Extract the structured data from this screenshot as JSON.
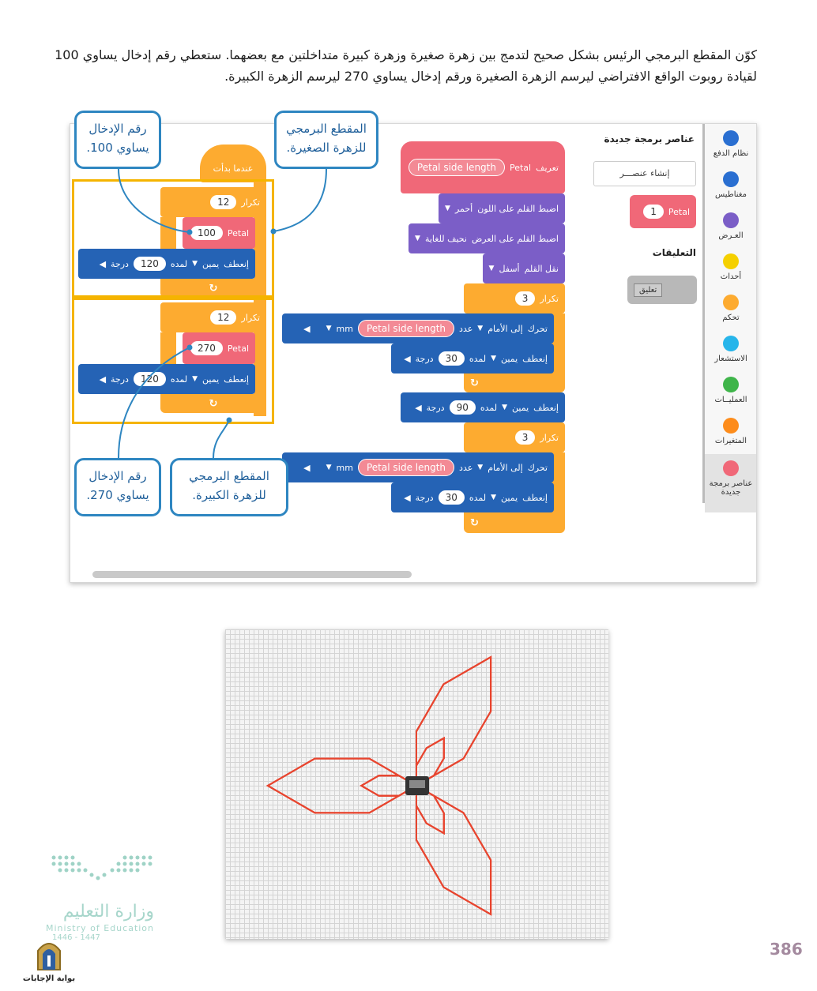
{
  "intro_text": "كوّن المقطع البرمجي الرئيس بشكل صحيح لتدمج بين زهرة صغيرة وزهرة كبيرة متداخلتين مع بعضهما. ستعطي رقم إدخال يساوي 100 لقيادة روبوت الواقع الافتراضي ليرسم الزهرة الصغيرة ورقم إدخال يساوي 270 ليرسم الزهرة الكبيرة.",
  "callouts": {
    "input_100": "رقم الإدخال يساوي 100.",
    "small_flower": "المقطع البرمجي للزهرة الصغيرة.",
    "input_270": "رقم الإدخال يساوي 270.",
    "big_flower": "المقطع البرمجي للزهرة الكبيرة."
  },
  "palette": {
    "title": "عناصر برمجة جديدة",
    "create_button": "إنشاء عنصـــر",
    "petal_block": "Petal",
    "petal_value": "1",
    "comments_title": "التعليقات",
    "comment_block": "تعليق",
    "categories": [
      {
        "label": "نظام الدفع",
        "color": "#2a6fd1"
      },
      {
        "label": "مغناطيس",
        "color": "#2a6fd1"
      },
      {
        "label": "العـرض",
        "color": "#7b5ec7"
      },
      {
        "label": "أحداث",
        "color": "#f5d000"
      },
      {
        "label": "تحكم",
        "color": "#fdab30"
      },
      {
        "label": "الاستشعار",
        "color": "#27b5ea"
      },
      {
        "label": "العمليــات",
        "color": "#3fb54a"
      },
      {
        "label": "المتغيرات",
        "color": "#fd8c1b"
      },
      {
        "label": "عناصر برمجة جديدة",
        "color": "#f06878"
      }
    ]
  },
  "main_script": {
    "hat": "عندما بدأت",
    "repeat_label": "تكرار",
    "loop1_count": "12",
    "loop1_petal": "Petal",
    "loop1_input": "100",
    "turn_label": "إنعطف",
    "right_label": "يمين",
    "for_label": "لمده",
    "degree_label": "درجة",
    "turn1_value": "120",
    "loop2_count": "12",
    "loop2_petal": "Petal",
    "loop2_input": "270",
    "turn2_value": "120"
  },
  "define_script": {
    "define_label": "تعريف",
    "name": "Petal",
    "param": "Petal side length",
    "pen_color_label": "اضبط القلم على اللون",
    "pen_color_value": "أحمر",
    "pen_width_label": "اضبط القلم على العرض",
    "pen_width_value": "نحيف للغاية",
    "pen_move_label": "نقل القلم",
    "pen_move_value": "أسفل",
    "repeat_label": "تكرار",
    "loop_a_count": "3",
    "move_label": "تحرك",
    "forward_label": "إلى الأمام",
    "count_label": "عدد",
    "mm_label": "mm",
    "turn_label": "إنعطف",
    "right_label": "يمين",
    "for_label": "لمده",
    "degree_label": "درجة",
    "turn_a_value": "30",
    "turn_mid_value": "90",
    "loop_b_count": "3",
    "turn_b_value": "30"
  },
  "page_number": "386",
  "logo": {
    "ministry_ar": "وزارة التعليم",
    "ministry_en": "Ministry of Education",
    "years": "1446 - 1447",
    "site": "بوابة الإجابات"
  }
}
